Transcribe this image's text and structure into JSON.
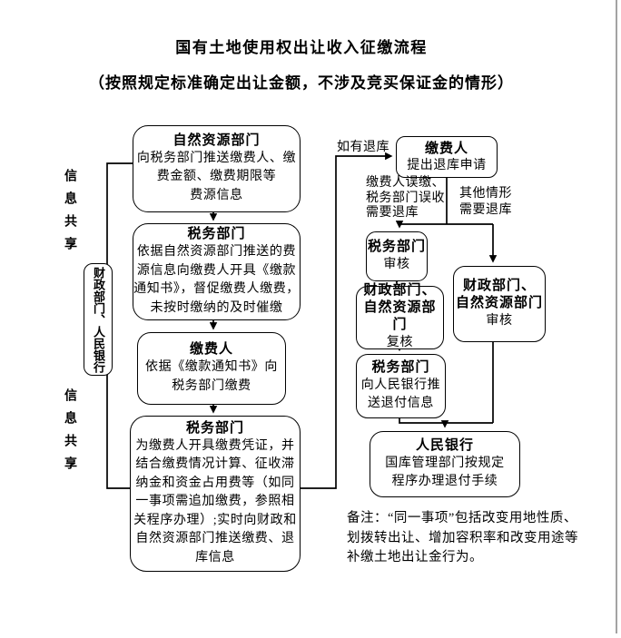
{
  "page": {
    "title": "国有土地使用权出让收入征缴流程",
    "subtitle": "（按照规定标准确定出让金额，不涉及竞买保证金的情形）"
  },
  "main_flow": {
    "boxes": [
      {
        "title": "自然资源部门",
        "body": "向税务部门推送缴费人、缴\n费金额、缴费期限等\n费源信息"
      },
      {
        "title": "税务部门",
        "body": "依据自然资源部门推送的费\n源信息向缴费人开具《缴款\n通知书》，督促缴费人缴费，\n未按时缴纳的及时催缴"
      },
      {
        "title": "缴费人",
        "body": "依据《缴款通知书》向\n税务部门缴费"
      },
      {
        "title": "税务部门",
        "body": "为缴费人开具缴费凭证，并\n结合缴费情况计算、征收滞\n纳金和资金占用费等（如同\n一事项需追加缴费，参照相\n关程序办理）;实时向财政和\n自然资源部门推送缴费、退\n库信息"
      }
    ],
    "rail": {
      "info_share_top": "信息共享",
      "info_share_bottom": "信息共享",
      "side_box_title": "财政部门、人民银行"
    }
  },
  "refund_flow": {
    "entry_label": "如有退库",
    "request_box": {
      "title": "缴费人",
      "body": "提出退库申请"
    },
    "branch_left_label": "缴费人误缴、\n税务部门误收\n需要退库",
    "branch_right_label": "其他情形\n需要退库",
    "tax_review_box": {
      "title": "税务部门",
      "body": "审核"
    },
    "fiscal_recheck_box": {
      "title": "财政部门、\n自然资源部门",
      "body": "复核"
    },
    "other_review_box": {
      "title": "财政部门、\n自然资源部门",
      "body": "审核"
    },
    "tax_push_box": {
      "title": "税务部门",
      "body": "向人民银行推\n送退付信息"
    },
    "pbc_box": {
      "title": "人民银行",
      "body": "国库管理部门按规定\n程序办理退付手续"
    }
  },
  "note": "备注：“同一事项”包括改变用地性质、\n划拨转出让、增加容积率和改变用途等\n补缴土地出让金行为。"
}
